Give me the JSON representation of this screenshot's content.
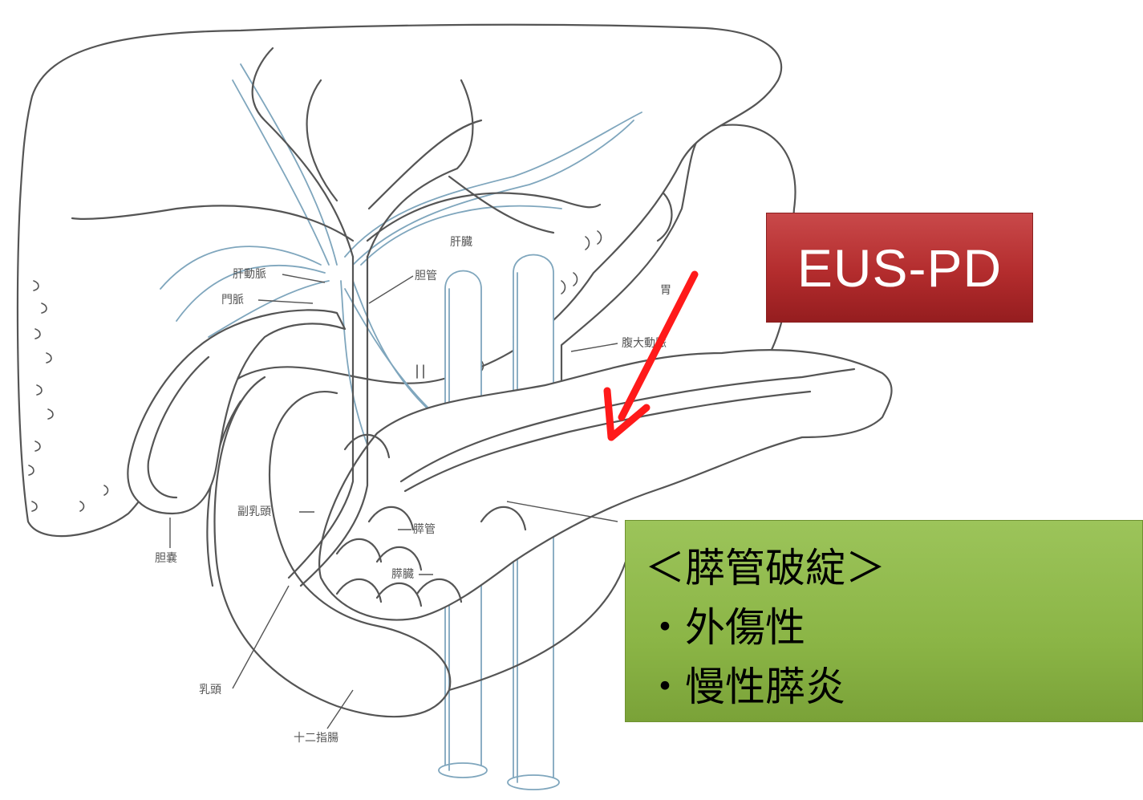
{
  "labels": {
    "liver": "肝臓",
    "hepatic_artery": "肝動脈",
    "portal_vein": "門脈",
    "bile_duct": "胆管",
    "stomach": "胃",
    "abdominal_aorta": "腹大動脈",
    "accessory_papilla": "副乳頭",
    "pancreatic_duct": "膵管",
    "pancreas": "膵臓",
    "gallbladder": "胆嚢",
    "papilla": "乳頭",
    "duodenum": "十二指腸"
  },
  "callout_procedure": {
    "text": "EUS-PD",
    "color": "#b32c2d"
  },
  "callout_causes": {
    "title": "＜膵管破綻＞",
    "items": [
      "・外傷性",
      "・慢性膵炎"
    ],
    "color": "#8bb546"
  },
  "arrow": {
    "color": "#ff1a1a"
  }
}
